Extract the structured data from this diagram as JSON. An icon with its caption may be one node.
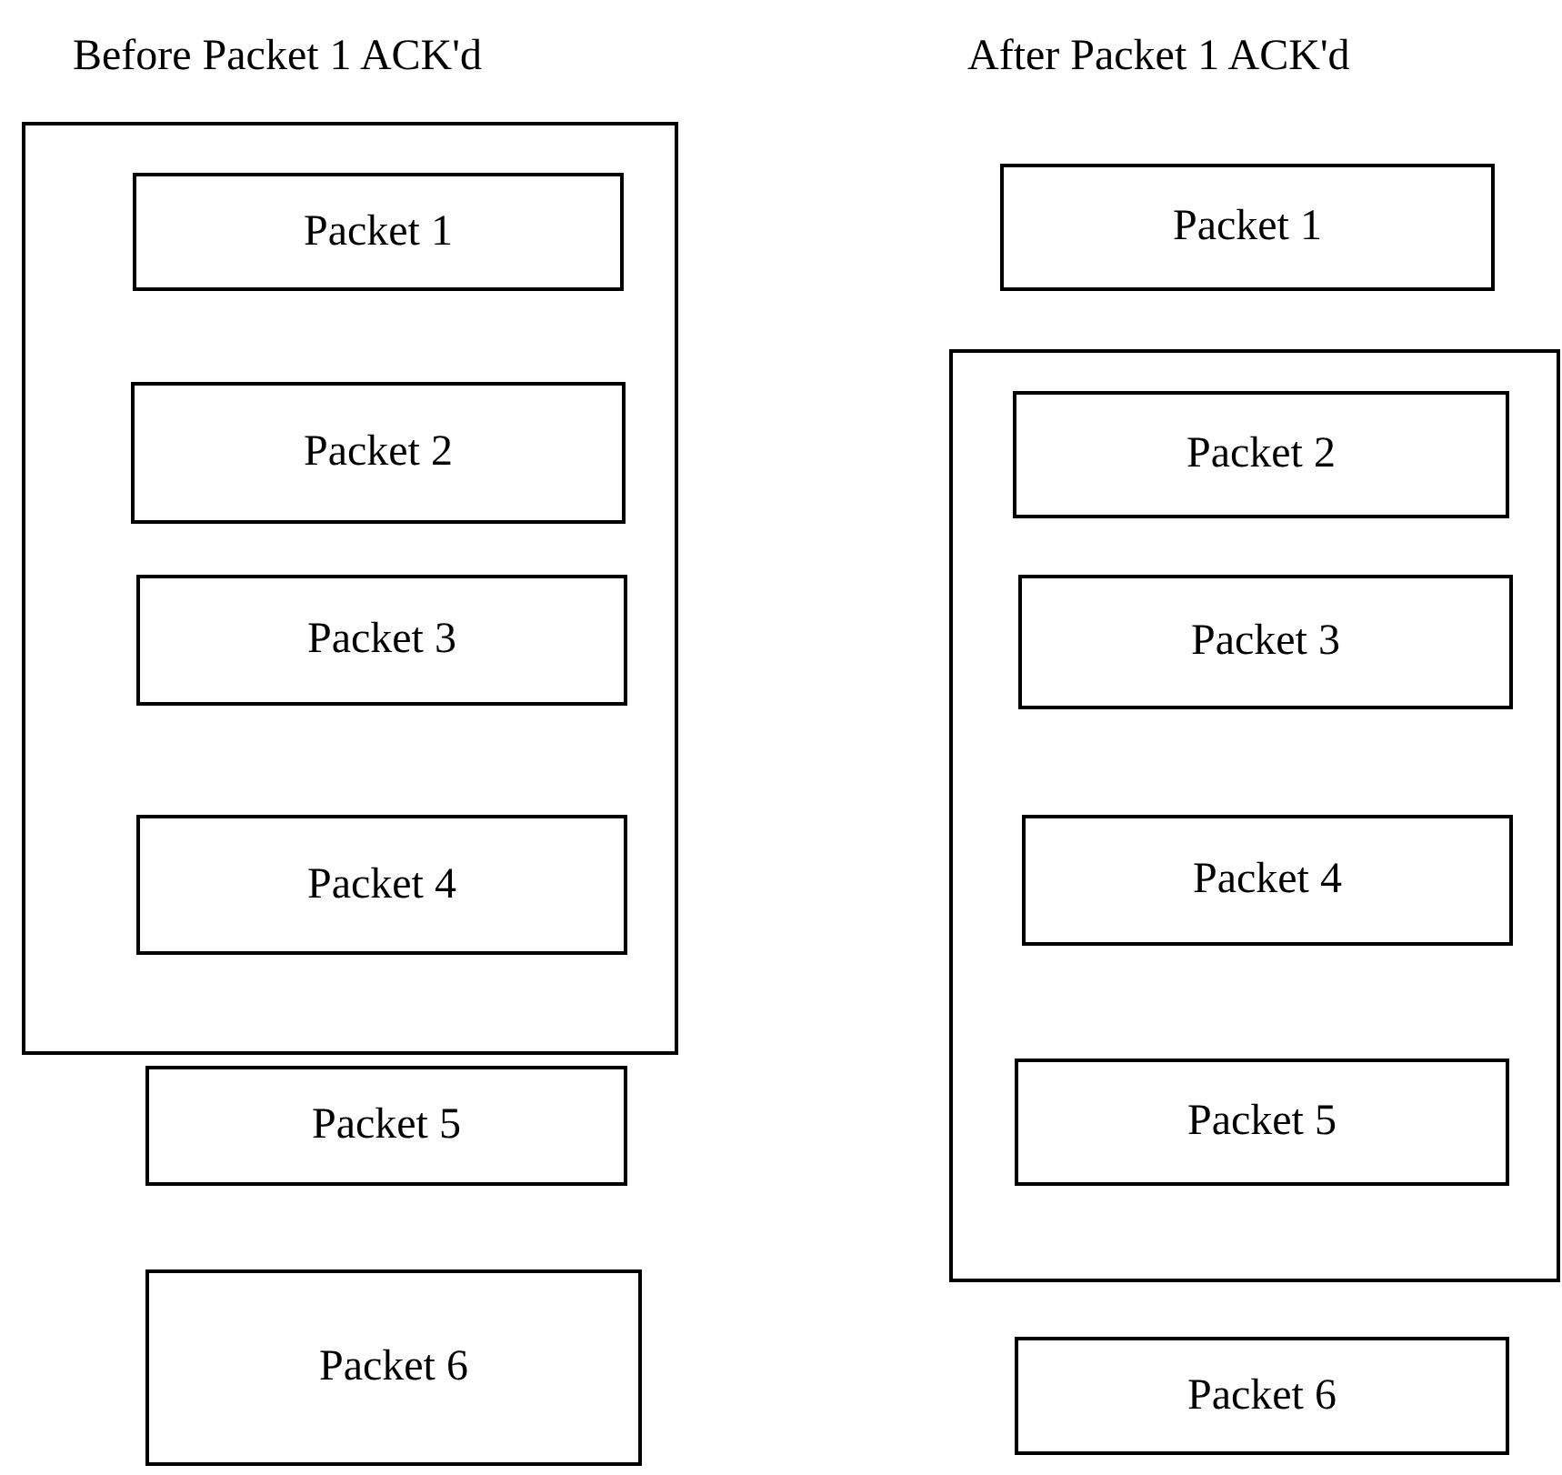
{
  "diagram": {
    "nodes": [
      {
        "text": [],
        "shape": "box"
      },
      {
        "text": [
          "Packet 1"
        ],
        "in": 0
      },
      {
        "text": [
          "Packet 2"
        ],
        "in": 0
      },
      {
        "text": [
          "Packet 3"
        ],
        "in": 0
      },
      {
        "text": [
          "Packet 4"
        ],
        "in": 0
      },
      {
        "text": [
          "Packet 5"
        ]
      },
      {
        "text": [
          "Packet 6"
        ]
      },
      {
        "text": [
          "Packet 1"
        ]
      },
      {
        "text": [],
        "shape": "box"
      },
      {
        "text": [
          "Packet 2"
        ],
        "in": 8
      },
      {
        "text": [
          "Packet 3"
        ],
        "in": 8
      },
      {
        "text": [
          "Packet 4"
        ],
        "in": 8
      },
      {
        "text": [
          "Packet 5"
        ],
        "in": 8
      },
      {
        "text": [
          "Packet 6"
        ]
      }
    ],
    "labels": [
      "Before Packet 1 ACK'd",
      "After Packet 1 ACK'd"
    ]
  }
}
